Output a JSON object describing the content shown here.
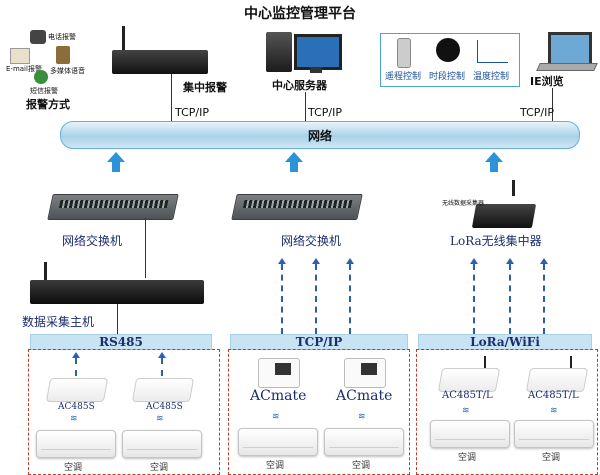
{
  "title": "中心监控管理平台",
  "network": "网络",
  "protocol": "TCP/IP",
  "alarm": {
    "heading": "报警方式",
    "device_label": "集中报警",
    "icons": [
      {
        "label": "电话报警",
        "icon": "phone-icon"
      },
      {
        "label": "E-mail报警",
        "icon": "email-icon"
      },
      {
        "label": "多媒体语音",
        "icon": "speaker-icon"
      },
      {
        "label": "短信报警",
        "icon": "sms-icon"
      }
    ]
  },
  "server": {
    "label": "中心服务器"
  },
  "controls": [
    {
      "label": "遥程控制",
      "icon": "remote-control-icon"
    },
    {
      "label": "时段控制",
      "icon": "clock-icon"
    },
    {
      "label": "温度控制",
      "icon": "temperature-chart-icon"
    }
  ],
  "ie": {
    "label": "IE浏览"
  },
  "switch_label": "网络交换机",
  "lora_concentrator": {
    "label": "LoRa无线集中器",
    "sub": "无线数据采集器"
  },
  "collector": {
    "label": "数据采集主机"
  },
  "sections": [
    {
      "bus": "RS485",
      "device": "AC485S",
      "ac": "空调"
    },
    {
      "bus": "TCP/IP",
      "device": "ACmate",
      "ac": "空调"
    },
    {
      "bus": "LoRa/WiFi",
      "device": "AC485T/L",
      "ac": "空调"
    }
  ],
  "colors": {
    "pipe": "#a9d2ea",
    "arrow": "#2c93d8",
    "dashed_border": "#c0392b",
    "bar": "#c8e3f3",
    "text_blue": "#1b2d6b"
  }
}
